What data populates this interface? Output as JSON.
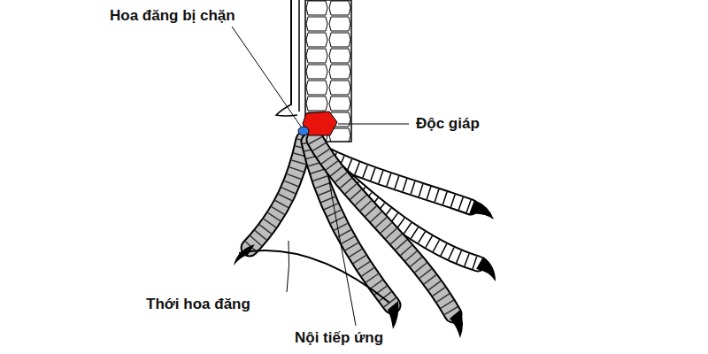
{
  "diagram": {
    "labels": [
      "Hoa đăng bị chặn",
      "Độc giáp",
      "Thới hoa đăng",
      "Nội tiếp ứng"
    ]
  }
}
